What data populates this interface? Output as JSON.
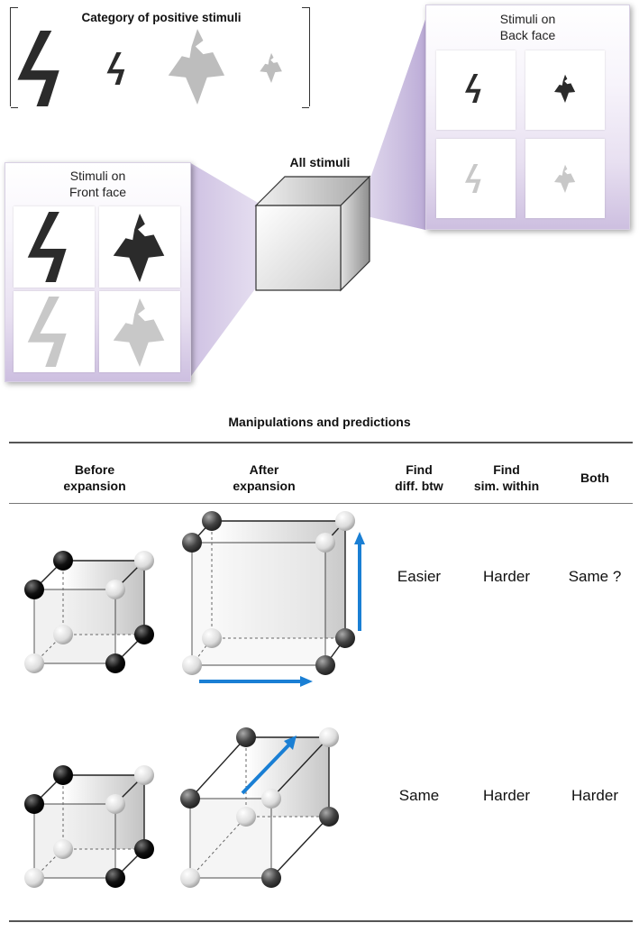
{
  "top": {
    "category_title": "Category of positive stimuli",
    "back_panel_title_line1": "Stimuli on",
    "back_panel_title_line2": "Back face",
    "front_panel_title_line1": "Stimuli on",
    "front_panel_title_line2": "Front face",
    "cube_label": "All stimuli"
  },
  "table": {
    "title": "Manipulations and predictions",
    "headers": [
      {
        "line1": "Before",
        "line2": "expansion"
      },
      {
        "line1": "After",
        "line2": "expansion"
      },
      {
        "line1": "Find",
        "line2": "diff. btw"
      },
      {
        "line1": "Find",
        "line2": "sim. within"
      },
      {
        "line1": "Both",
        "line2": ""
      }
    ],
    "rows": [
      {
        "find_diff": "Easier",
        "find_sim": "Harder",
        "both": "Same ?"
      },
      {
        "find_diff": "Same",
        "find_sim": "Harder",
        "both": "Harder"
      }
    ]
  },
  "colors": {
    "dark_stimulus": "#2b2b2b",
    "light_stimulus": "#bdbdbd",
    "arrow_blue": "#1a7fd4",
    "panel_purple": "#7a5ca8"
  }
}
